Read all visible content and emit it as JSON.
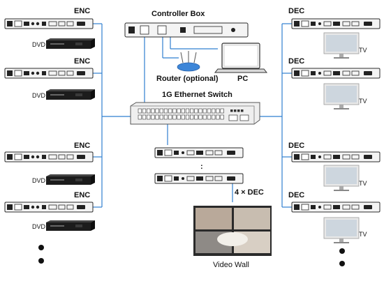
{
  "labels": {
    "enc": "ENC",
    "dec": "DEC",
    "dvd": "DVD",
    "tv": "TV",
    "controller": "Controller Box",
    "router": "Router (optional)",
    "pc": "PC",
    "switch": "1G Ethernet Switch",
    "multi_dec": "4 × DEC",
    "video_wall": "Video Wall",
    "dots": ":"
  },
  "colors": {
    "link": "#2f7fd0",
    "device_body": "#f4f4f4",
    "device_border": "#2a2a2a",
    "port_dark": "#222222",
    "switch_body": "#efefef",
    "tv_frame": "#e8e8e8"
  }
}
